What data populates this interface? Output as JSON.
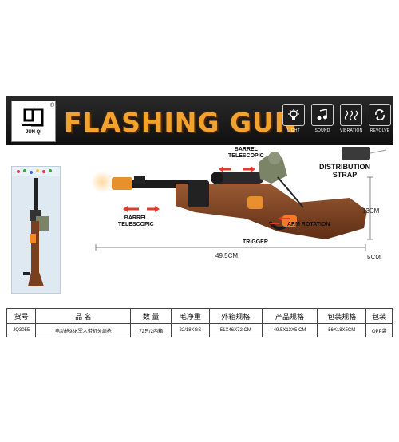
{
  "header": {
    "brand": "JUN QI",
    "registered": "®",
    "title": "FLASHING GUN",
    "features": [
      {
        "icon": "light-icon",
        "label": "LIGHT"
      },
      {
        "icon": "sound-icon",
        "label": "SOUND"
      },
      {
        "icon": "vibration-icon",
        "label": "VIBRATION"
      },
      {
        "icon": "revolve-icon",
        "label": "REVOLVE"
      }
    ]
  },
  "labels": {
    "barrel_top": "BARREL\nTELESCOPIC",
    "barrel_left": "BARREL\nTELESCOPIC",
    "arm_rotation": "ARM ROTATION",
    "trigger": "TRIGGER",
    "strap": "DISTRIBUTION\nSTRAP"
  },
  "dimensions": {
    "length": "49.5CM",
    "height": "13CM",
    "depth": "5CM"
  },
  "table": {
    "headers": [
      "货号",
      "品 名",
      "数 量",
      "毛净重",
      "外箱规格",
      "产品规格",
      "包装规格",
      "包装"
    ],
    "row": [
      "JQ3055",
      "电动枪98K军人带机关炮枪",
      "72只/2内箱",
      "22/18KGS",
      "51X46X72 CM",
      "49.5X13X5 CM",
      "56X18X5CM",
      "OPP袋"
    ]
  },
  "colors": {
    "title": "#f2a32e",
    "header_bg": "#1a1a1a",
    "stock": "#7a3f1e",
    "arrow": "#e23b2a"
  }
}
